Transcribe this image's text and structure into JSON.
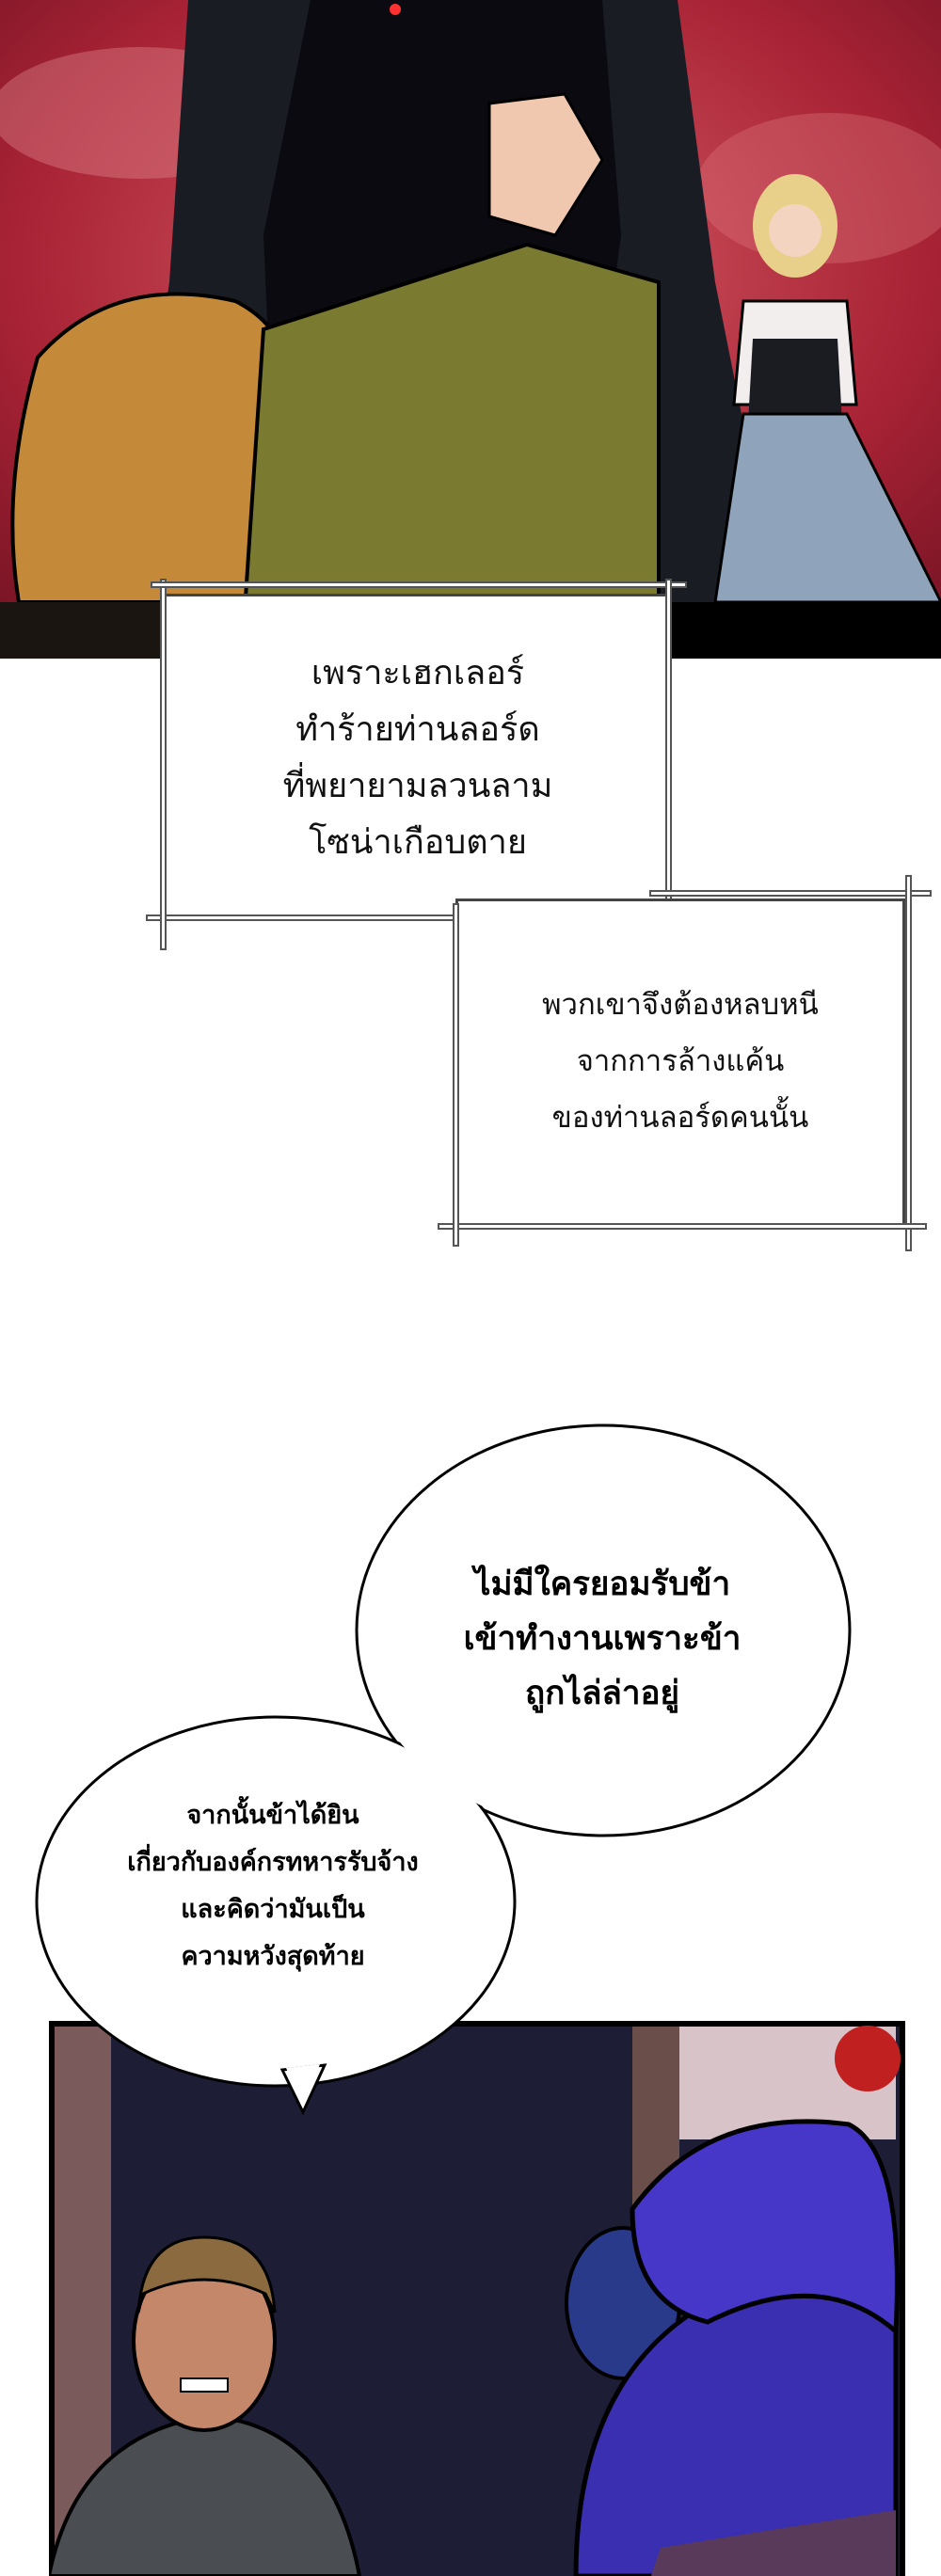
{
  "captions": [
    {
      "lines": [
        "เพราะเฮกเลอร์",
        "ทำร้ายท่านลอร์ด",
        "ที่พยายามลวนลาม",
        "โซน่าเกือบตาย"
      ]
    },
    {
      "lines": [
        "พวกเขาจึงต้องหลบหนี",
        "จากการล้างแค้น",
        "ของท่านลอร์ดคนนั้น"
      ]
    }
  ],
  "bubbles": [
    {
      "lines": [
        "ไม่มีใครยอมรับข้า",
        "เข้าทำงานเพราะข้า",
        "ถูกไล่ล่าอยู่"
      ]
    },
    {
      "lines": [
        "จากนั้นข้าได้ยิน",
        "เกี่ยวกับองค์กรทหารรับจ้าง",
        "และคิดว่ามันเป็น",
        "ความหวังสุดท้าย"
      ]
    }
  ],
  "colors": {
    "sky": "#b0283a",
    "dark": "#14141c",
    "hair": "#3a2fb0"
  }
}
